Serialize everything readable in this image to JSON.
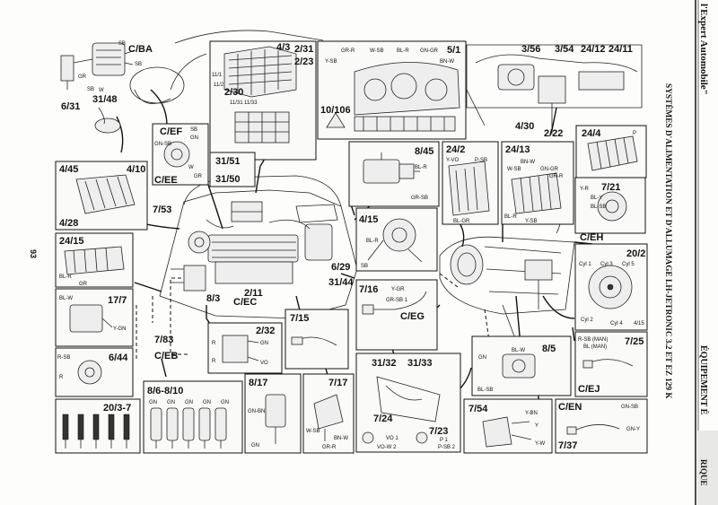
{
  "page_number": "93",
  "header_side": "l'Expert Automobile\"",
  "section_title": "ÉQUIPEMENT É",
  "section_title_cut": "RIQUE",
  "system_title": "SYSTÈMES D'ALIMENTATION ET D'ALLUMAGE LH-JETRONIC 3.2 ET EZ 129 K",
  "callouts": {
    "cba": "C/BA",
    "c631": "6/31",
    "c3148": "31/48",
    "c43": "4/3",
    "c231": "2/31",
    "c223": "2/23",
    "c1111": "11/1",
    "c112": "11/2",
    "c230": "2/30",
    "c1131": "11/31",
    "c1133": "11/33",
    "c51": "5/1",
    "c10106": "10/106",
    "c356": "3/56",
    "c354": "3/54",
    "c2412a": "24/12",
    "c2411": "24/11",
    "c430": "4/30",
    "c222": "2/22",
    "c244": "24/4",
    "cef": "C/EF",
    "cee": "C/EE",
    "c3151": "31/51",
    "c3150": "31/50",
    "c445": "4/45",
    "c410": "4/10",
    "c428": "4/28",
    "c845": "8/45",
    "c242": "24/2",
    "c2413": "24/13",
    "c753": "7/53",
    "c721": "7/21",
    "c415": "4/15",
    "ceh": "C/EH",
    "c2415": "24/15",
    "c629": "6/29",
    "c3144": "31/44",
    "c202": "20/2",
    "c177": "17/7",
    "c83": "8/3",
    "c211": "2/11",
    "cec": "C/EC",
    "c716": "7/16",
    "ceg": "C/EG",
    "c715": "7/15",
    "c783": "7/83",
    "ceb": "C/EB",
    "c232": "2/32",
    "c644": "6/44",
    "c85": "8/5",
    "c725": "7/25",
    "cej": "C/EJ",
    "c3132": "31/32",
    "c3133": "31/33",
    "c86810": "8/6-8/10",
    "c817": "8/17",
    "c717": "7/17",
    "c2037": "20/3-7",
    "c754": "7/54",
    "cen": "C/EN",
    "c737": "7/37",
    "c724": "7/24",
    "c723": "7/23"
  },
  "small_labels": {
    "sb": "SB",
    "gr": "GR",
    "w": "W",
    "y": "Y",
    "grr": "GR-R",
    "wsb": "W-SB",
    "blr": "BL-R",
    "gngr": "GN-GR",
    "ysb": "Y-SB",
    "bnw": "BN-W",
    "gnsb": "GN-SB",
    "gn": "GN",
    "grsb": "GR-SB",
    "yvo": "Y-VO",
    "psb": "P-SB",
    "blgr": "BL-GR",
    "wsb2": "W-SB",
    "bnw2": "BN-W",
    "gngr2": "GN-GR",
    "grr2": "GR-R",
    "blr2": "BL-R",
    "ysb2": "Y-SB",
    "p": "P",
    "yr": "Y-R",
    "bly": "BL-Y",
    "blsb": "BL-SB",
    "blw": "BL-W",
    "ygn": "Y-GN",
    "ygr": "Y-GR",
    "grsb1": "GR-SB 1",
    "cyl1": "Cyl 1",
    "cyl3": "Cyl 3",
    "cyl5": "Cyl 5",
    "cyl2": "Cyl 2",
    "cyl4": "Cyl 4",
    "r": "R",
    "vo": "VO",
    "rsb": "R-SB",
    "gnbn": "GN-BN",
    "wsb3": "W-SB",
    "grr3": "GR-R",
    "rsbman": "R-SB (MAN)",
    "blman": "BL (MAN)",
    "ybn": "Y-BN",
    "yw": "Y-W",
    "gnsb2": "GN-SB",
    "gny": "GN-Y",
    "vo1": "VO 1",
    "vow2": "VO-W 2",
    "p1": "P 1",
    "psb2": "P-SB 2"
  }
}
